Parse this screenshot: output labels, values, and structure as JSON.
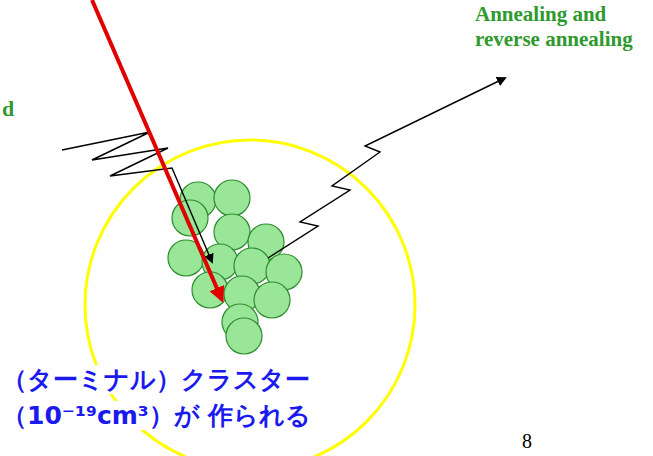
{
  "diagram": {
    "labels": [
      "Annealing and reverse annealing",
      "d",
      "（ターミナル）クラスター（10⁻¹⁹cm³）が 作られる",
      "8"
    ]
  }
}
